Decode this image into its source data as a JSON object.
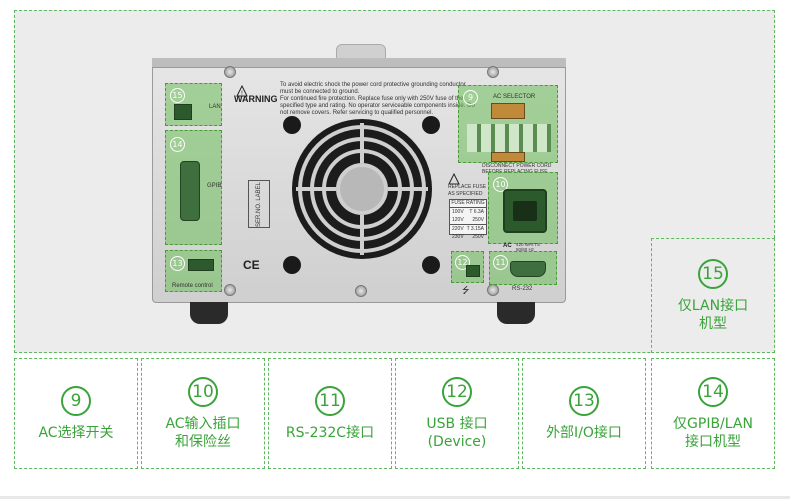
{
  "device": {
    "warning_title": "WARNING",
    "warning_text": "To avoid electric shock the power cord protective grounding conductor must be connected to ground.\nFor continued fire protection. Replace fuse only with 250V fuse of the specified type and rating. No operator serviceable components inside. Do not remove covers. Refer servicing to qualified personnel.",
    "lan_label": "LAN",
    "gpib_label": "GPIB",
    "remote_label": "Remote  control",
    "serial_label": "SER.NO. LABEL",
    "ce_mark": "CE",
    "ac_selector_label": "AC SELECTOR",
    "disconnect_label": "DISCONNECT POWER CORD BEFORE REPLACING FUSE",
    "replace_fuse_label": "REPLACE FUSE AS SPECIFIED",
    "fuse_rating_title": "FUSE RATING",
    "fuse_rows": [
      {
        "v1": "100V",
        "v2": "120V",
        "rating1": "T 6.3A",
        "rating2": "250V"
      },
      {
        "v1": "220V",
        "v2": "230V",
        "rating1": "T 3.15A",
        "rating2": "250V"
      }
    ],
    "ac_label": "AC",
    "ac_rating": "420 WATTS\n50/60 Hz",
    "rs232_label": "RS-232",
    "usb_symbol": "⭍",
    "badges": {
      "lan": "15",
      "gpib": "14",
      "remote": "13",
      "usb": "12",
      "rs232": "11",
      "ac_inlet": "10",
      "ac_selector": "9"
    }
  },
  "captions": [
    {
      "num": "9",
      "text": "AC选择开关"
    },
    {
      "num": "10",
      "text": "AC输入插口\n和保险丝"
    },
    {
      "num": "11",
      "text": "RS-232C接口"
    },
    {
      "num": "12",
      "text": "USB 接口\n(Device)"
    },
    {
      "num": "13",
      "text": "外部I/O接口"
    },
    {
      "num": "14",
      "text": "仅GPIB/LAN\n接口机型"
    }
  ],
  "lan_caption": {
    "num": "15",
    "text": "仅LAN接口\n机型"
  },
  "colors": {
    "accent": "#3aa33a",
    "highlight": "#6ebe5a"
  }
}
